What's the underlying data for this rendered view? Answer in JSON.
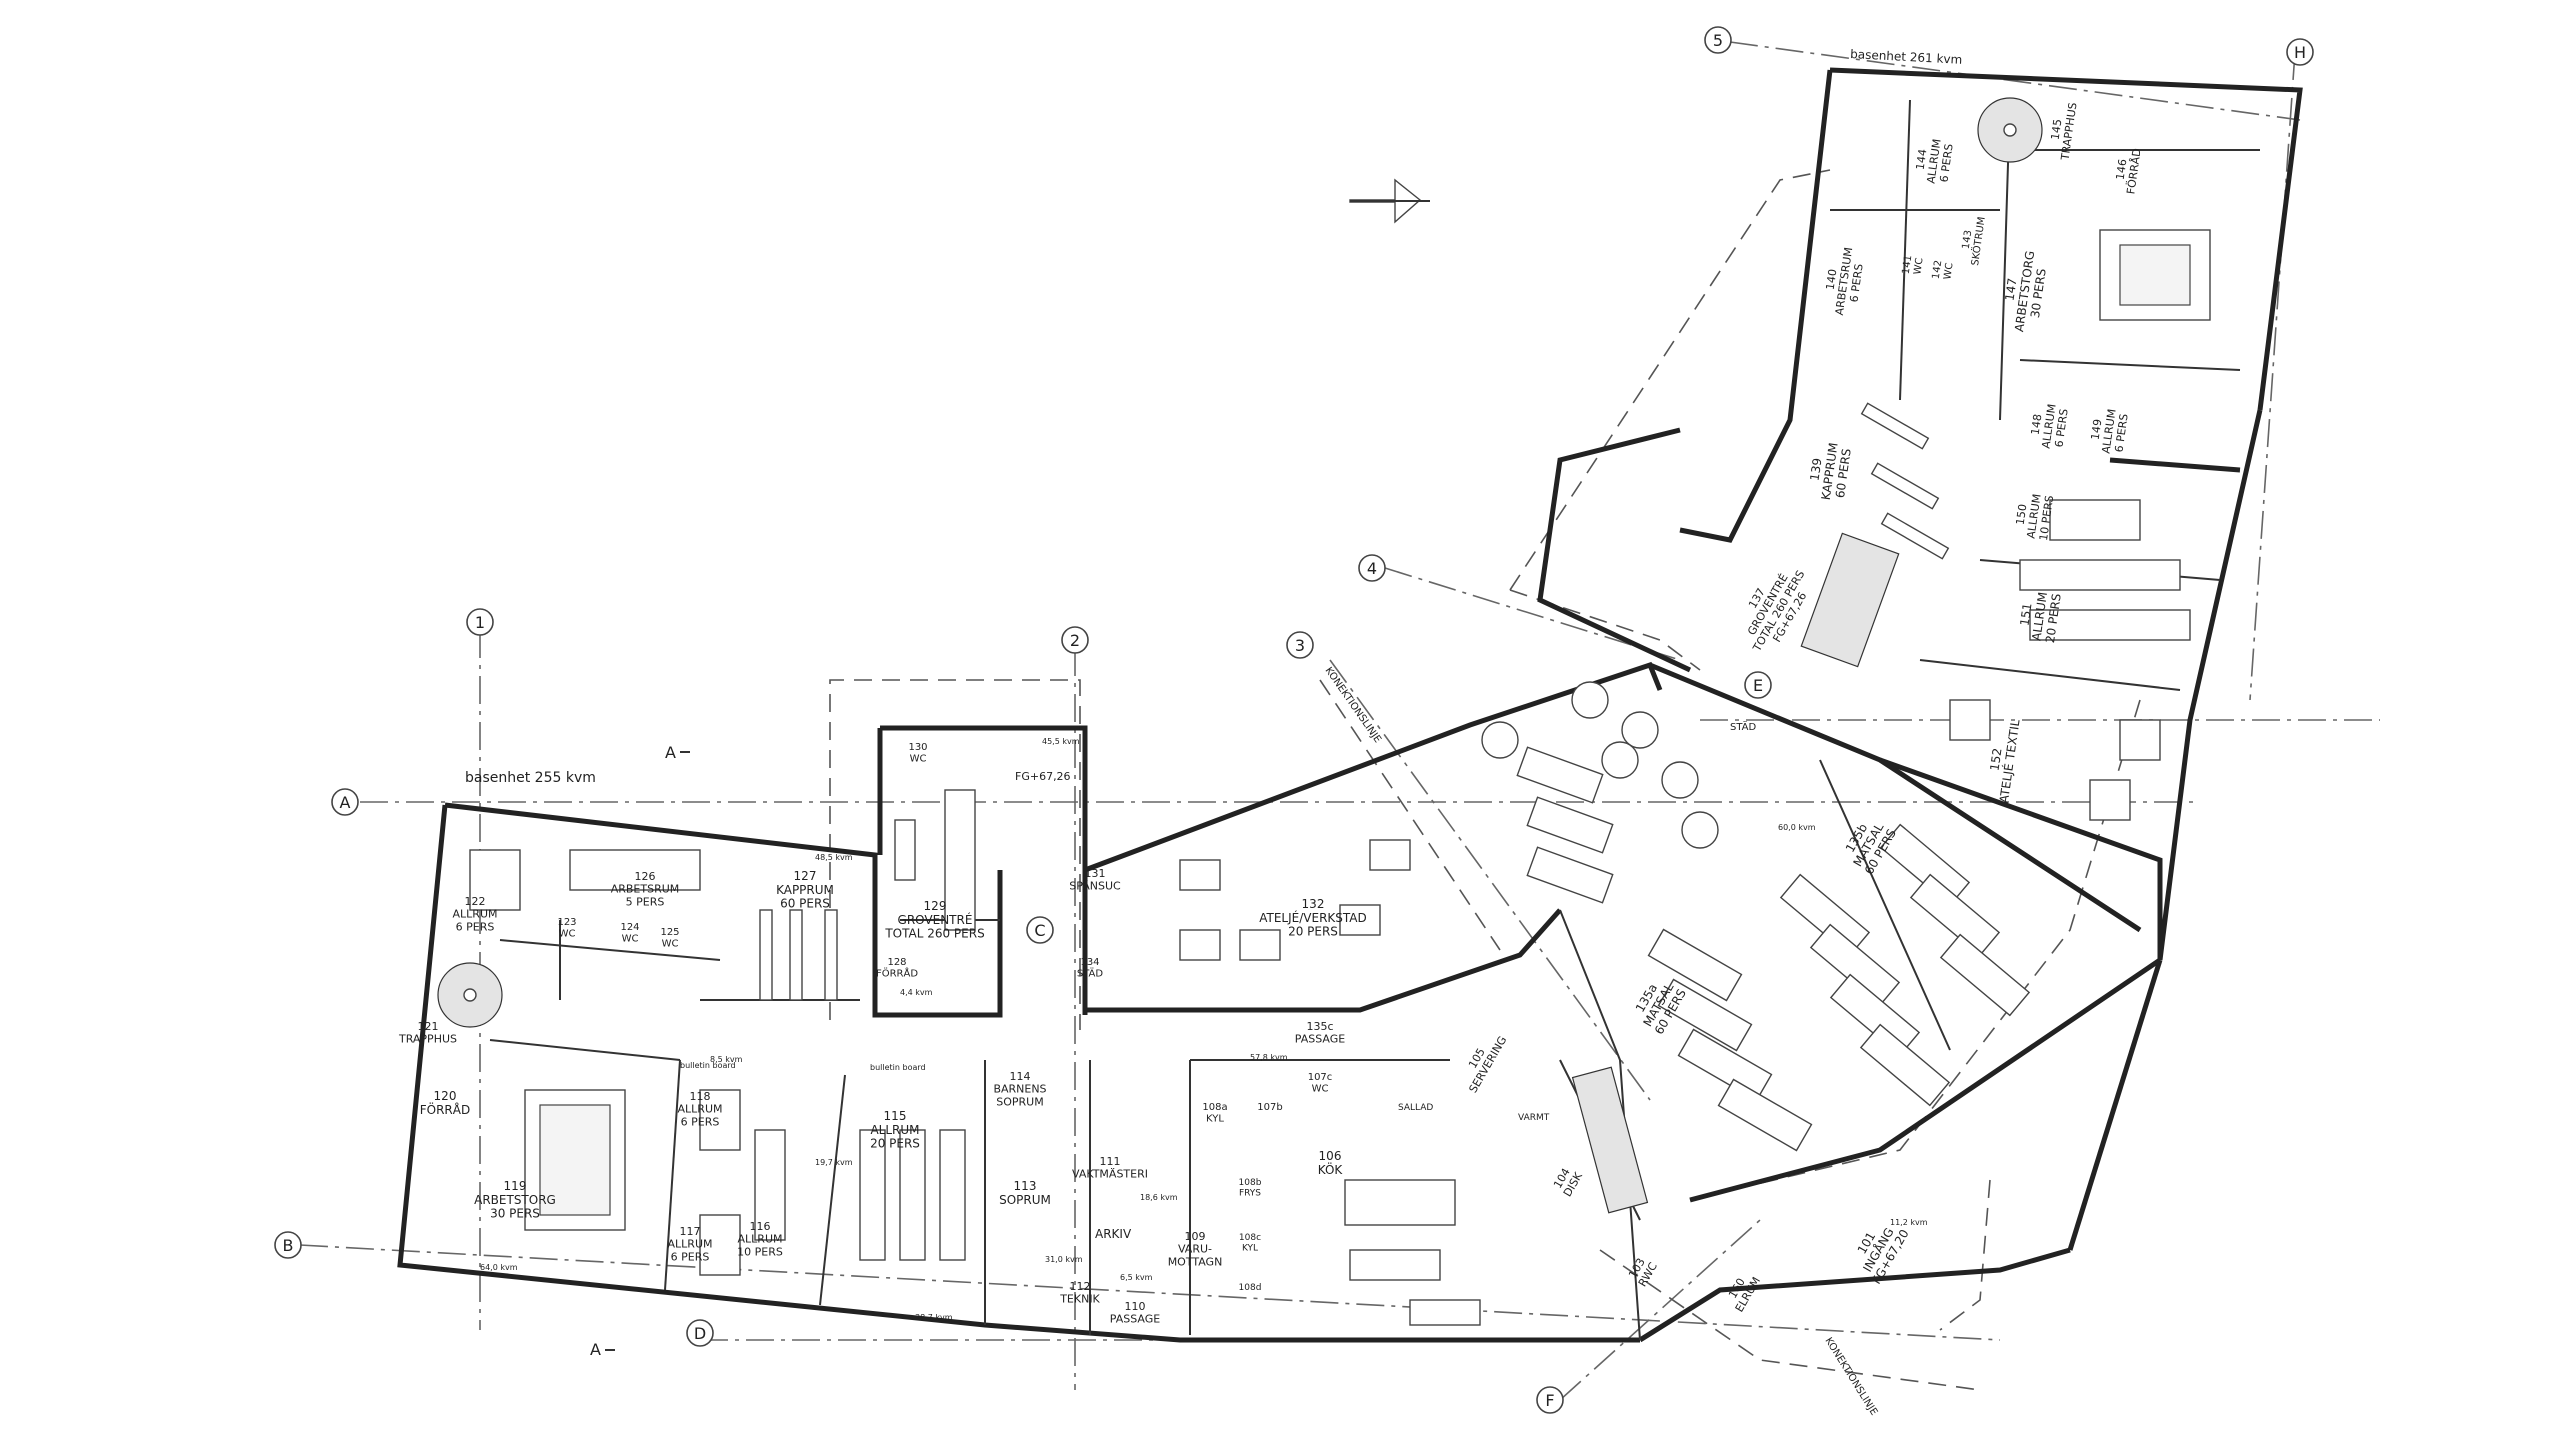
{
  "grid_labels": [
    "1",
    "2",
    "3",
    "4",
    "5",
    "H",
    "A",
    "B",
    "C",
    "D",
    "E",
    "F"
  ],
  "section_marks": [
    "A",
    "A"
  ],
  "headers": [
    "basenhet 255 kvm",
    "basenhet 261 kvm"
  ],
  "rooms": [
    {
      "id": "101",
      "lines": [
        "101",
        "INGÅNG",
        "FG+67,20"
      ]
    },
    {
      "id": "103",
      "lines": [
        "103",
        "RWC"
      ]
    },
    {
      "id": "104",
      "lines": [
        "104",
        "DISK"
      ]
    },
    {
      "id": "105",
      "lines": [
        "105",
        "SERVERING"
      ]
    },
    {
      "id": "106",
      "lines": [
        "106",
        "KÖK"
      ]
    },
    {
      "id": "107b",
      "lines": [
        "107b"
      ]
    },
    {
      "id": "107c",
      "lines": [
        "107c",
        "WC"
      ]
    },
    {
      "id": "108a",
      "lines": [
        "108a",
        "KYL"
      ]
    },
    {
      "id": "108b",
      "lines": [
        "108b",
        "FRYS"
      ]
    },
    {
      "id": "108c",
      "lines": [
        "108c",
        "KYL"
      ]
    },
    {
      "id": "108d",
      "lines": [
        "108d"
      ]
    },
    {
      "id": "109",
      "lines": [
        "109",
        "VARU-",
        "MOTTAGN"
      ]
    },
    {
      "id": "110",
      "lines": [
        "110",
        "PASSAGE"
      ]
    },
    {
      "id": "111",
      "lines": [
        "111",
        "VAKTMÄSTERI"
      ]
    },
    {
      "id": "112",
      "lines": [
        "112",
        "TEKNIK"
      ]
    },
    {
      "id": "113",
      "lines": [
        "113",
        "SOPRUM"
      ]
    },
    {
      "id": "114",
      "lines": [
        "114",
        "BARNENS",
        "SOPRUM"
      ]
    },
    {
      "id": "115",
      "lines": [
        "115",
        "ALLRUM",
        "20 PERS"
      ]
    },
    {
      "id": "116",
      "lines": [
        "116",
        "ALLRUM",
        "10 PERS"
      ]
    },
    {
      "id": "117",
      "lines": [
        "117",
        "ALLRUM",
        "6 PERS"
      ]
    },
    {
      "id": "118",
      "lines": [
        "118",
        "ALLRUM",
        "6 PERS"
      ]
    },
    {
      "id": "119",
      "lines": [
        "119",
        "ARBETSTORG",
        "30 PERS"
      ]
    },
    {
      "id": "120",
      "lines": [
        "120",
        "FÖRRÅD"
      ]
    },
    {
      "id": "121",
      "lines": [
        "121",
        "TRAPPHUS"
      ]
    },
    {
      "id": "122",
      "lines": [
        "122",
        "ALLRUM",
        "6 PERS"
      ]
    },
    {
      "id": "123",
      "lines": [
        "123",
        "WC"
      ]
    },
    {
      "id": "124",
      "lines": [
        "124",
        "WC"
      ]
    },
    {
      "id": "125",
      "lines": [
        "125",
        "WC"
      ]
    },
    {
      "id": "126",
      "lines": [
        "126",
        "ARBETSRUM",
        "5 PERS"
      ]
    },
    {
      "id": "127",
      "lines": [
        "127",
        "KAPPRUM",
        "60 PERS"
      ]
    },
    {
      "id": "128",
      "lines": [
        "128",
        "FÖRRÅD"
      ]
    },
    {
      "id": "129",
      "lines": [
        "129",
        "GROVENTRÉ",
        "TOTAL 260 PERS"
      ]
    },
    {
      "id": "130",
      "lines": [
        "130",
        "WC"
      ]
    },
    {
      "id": "131",
      "lines": [
        "131",
        "SPÄNSUC"
      ]
    },
    {
      "id": "132",
      "lines": [
        "132",
        "ATELJÉ/VERKSTAD",
        "20 PERS"
      ]
    },
    {
      "id": "134",
      "lines": [
        "134",
        "STÄD"
      ]
    },
    {
      "id": "135a",
      "lines": [
        "135a",
        "MATSAL",
        "60 PERS"
      ]
    },
    {
      "id": "135b",
      "lines": [
        "135b",
        "MATSAL",
        "60 PERS"
      ]
    },
    {
      "id": "135c",
      "lines": [
        "135c",
        "PASSAGE"
      ]
    },
    {
      "id": "137",
      "lines": [
        "137",
        "GROVENTRÉ",
        "TOTAL 260 PERS",
        "FG+67,26"
      ]
    },
    {
      "id": "139",
      "lines": [
        "139",
        "KAPPRUM",
        "60 PERS"
      ]
    },
    {
      "id": "140",
      "lines": [
        "140",
        "ARBETSRUM",
        "6 PERS"
      ]
    },
    {
      "id": "141",
      "lines": [
        "141",
        "WC"
      ]
    },
    {
      "id": "142",
      "lines": [
        "142",
        "WC"
      ]
    },
    {
      "id": "143",
      "lines": [
        "143",
        "SKÖTRUM"
      ]
    },
    {
      "id": "144",
      "lines": [
        "144",
        "ALLRUM",
        "6 PERS"
      ]
    },
    {
      "id": "145",
      "lines": [
        "145",
        "TRAPPHUS"
      ]
    },
    {
      "id": "146",
      "lines": [
        "146",
        "FÖRRÅD"
      ]
    },
    {
      "id": "147",
      "lines": [
        "147",
        "ARBETSTORG",
        "30 PERS"
      ]
    },
    {
      "id": "148",
      "lines": [
        "148",
        "ALLRUM",
        "6 PERS"
      ]
    },
    {
      "id": "149",
      "lines": [
        "149",
        "ALLRUM",
        "6 PERS"
      ]
    },
    {
      "id": "150",
      "lines": [
        "150",
        "ALLRUM",
        "10 PERS"
      ]
    },
    {
      "id": "151",
      "lines": [
        "151",
        "ALLRUM",
        "20 PERS"
      ]
    },
    {
      "id": "152",
      "lines": [
        "152",
        "ATELJÉ TEXTIL"
      ]
    },
    {
      "id": "160",
      "lines": [
        "160",
        "ELRUM"
      ]
    }
  ],
  "annotations": {
    "fg_129": "FG+67,26",
    "arkiv": "ARKIV",
    "konektionslinje_1": "KONEKTIONSLINJE",
    "konektionslinje_2": "KONEKTIONSLINJE",
    "stad": "STÄD",
    "bulletin_1": "bulletin board",
    "bulletin_2": "bulletin board",
    "salad": "SALLAD",
    "varmt": "VARMT"
  },
  "areas": [
    "45,5 kvm",
    "48,5 kvm",
    "4,4 kvm",
    "57,8 kvm",
    "31,0 kvm",
    "18,6 kvm",
    "6,5 kvm",
    "38,7 kvm",
    "64,0 kvm",
    "8,5 kvm",
    "19,7 kvm",
    "60,0 kvm",
    "11,2 kvm"
  ],
  "colors": {
    "ink": "#222222",
    "paper": "#ffffff"
  }
}
